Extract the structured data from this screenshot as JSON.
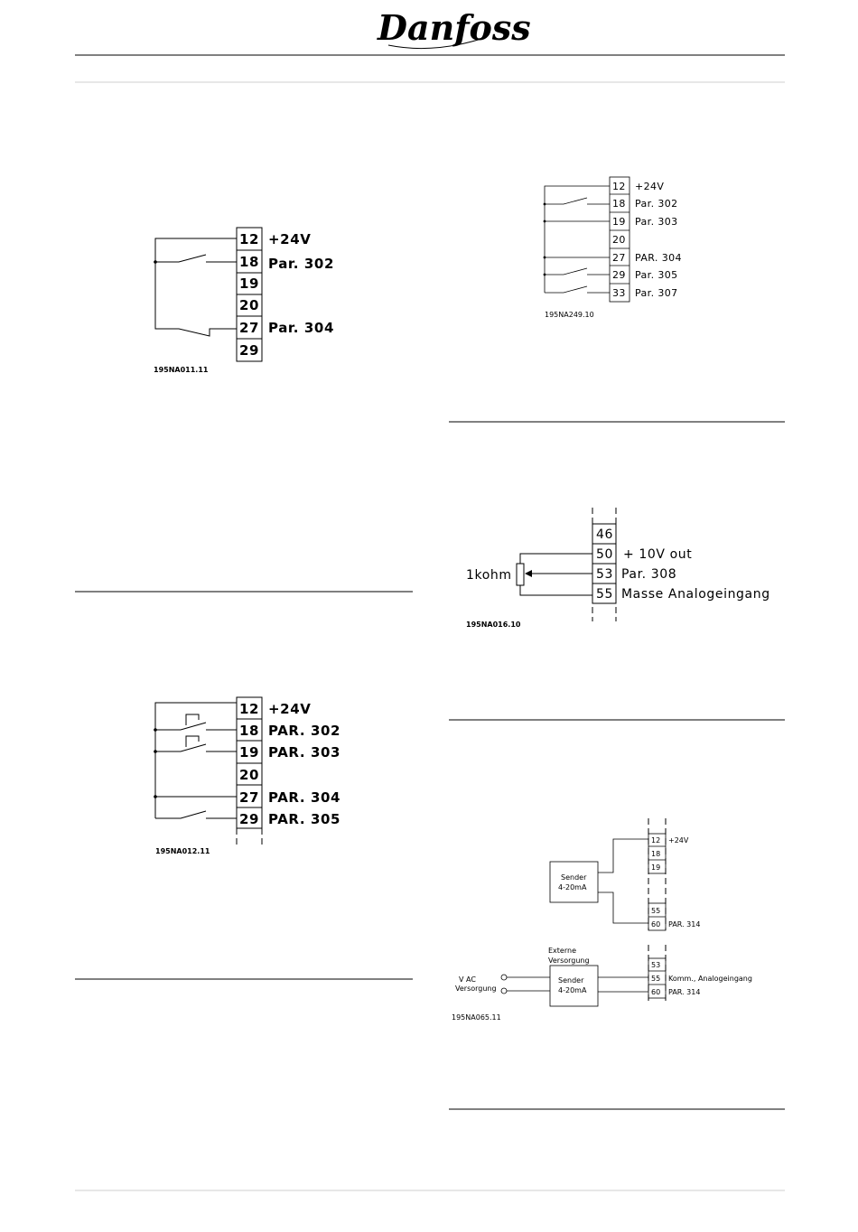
{
  "header": {
    "logo_text": "Danfoss"
  },
  "diagrams": {
    "d1": {
      "terminals": [
        "12",
        "18",
        "19",
        "20",
        "27",
        "29"
      ],
      "labels": [
        "+24V",
        "Par. 302",
        "Par. 304"
      ],
      "code": "195NA011.11"
    },
    "d2": {
      "terminals": [
        "12",
        "18",
        "19",
        "20",
        "27",
        "29",
        "33"
      ],
      "labels": [
        "+24V",
        "Par.  302",
        "Par.  303",
        "PAR.  304",
        "Par.  305",
        "Par.  307"
      ],
      "code": "195NA249.10"
    },
    "d3": {
      "terminals": [
        "12",
        "18",
        "19",
        "20",
        "27",
        "29"
      ],
      "labels": [
        "+24V",
        "PAR.  302",
        "PAR.  303",
        "PAR.  304",
        "PAR.  305"
      ],
      "code": "195NA012.11"
    },
    "d4": {
      "terminals": [
        "46",
        "50",
        "53",
        "55"
      ],
      "labels": [
        "+ 10V  out",
        "Par.  308",
        "Masse  Analogeingang"
      ],
      "resistor": "1kohm",
      "code": "195NA016.10"
    },
    "d5": {
      "terminals_top": [
        "12",
        "18",
        "19",
        "55",
        "60"
      ],
      "terminals_bottom": [
        "53",
        "55",
        "60"
      ],
      "labels_top": [
        "+24V",
        "PAR.  314"
      ],
      "labels_bottom": [
        "Komm.,  Analogeingang",
        "PAR.  314"
      ],
      "sender_line1": "Sender",
      "sender_line2": "4-20mA",
      "ext_line1": "Externe",
      "ext_line2": "Versorgung",
      "vac_line1": "V  AC",
      "vac_line2": "Versorgung",
      "code": "195NA065.11"
    }
  }
}
